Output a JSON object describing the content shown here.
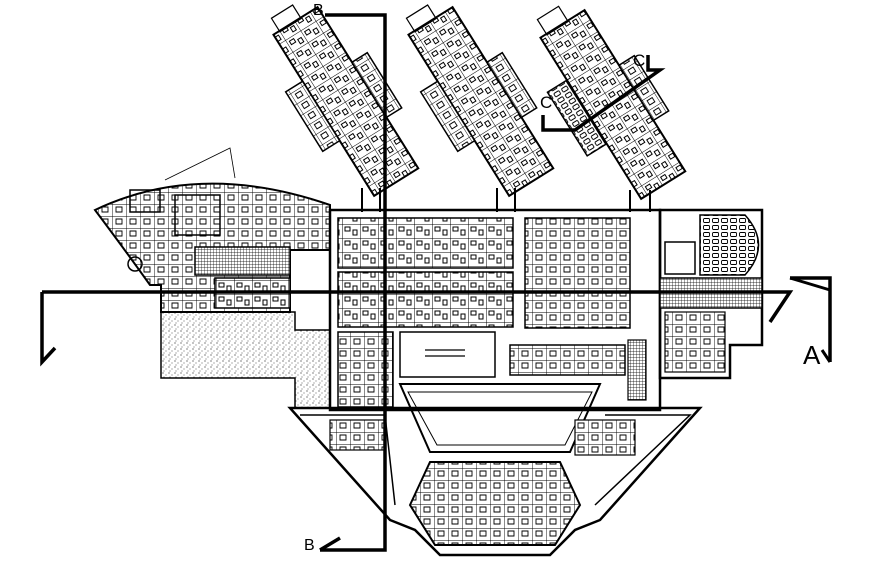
{
  "colors": {
    "ink": "#000000",
    "paper": "#ffffff",
    "hatch": "#555555"
  },
  "sections": {
    "a_right": "A",
    "b_top": "B",
    "b_bottom": "B",
    "c_left": "C",
    "c_right": "C"
  },
  "icons": {
    "section-arrow": "section-cut-marker"
  }
}
